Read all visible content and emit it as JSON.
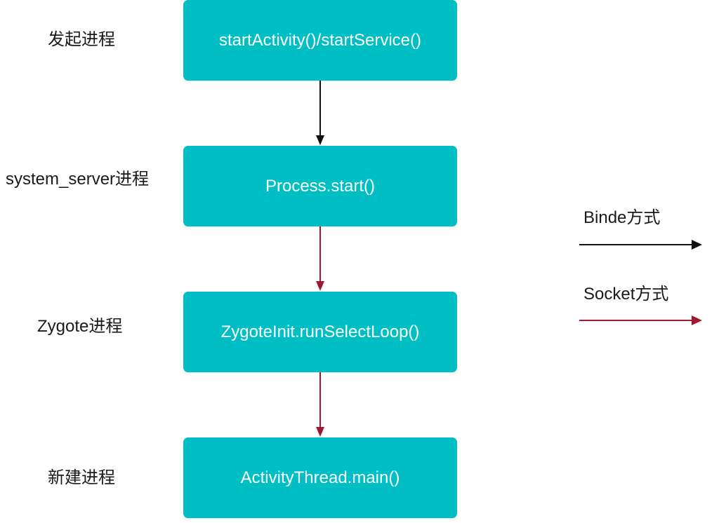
{
  "colors": {
    "box_fill": "#00BFC4",
    "binder_arrow": "#111111",
    "socket_arrow": "#A2172F",
    "text": "#1a1a1a"
  },
  "rows": [
    {
      "process_label": "发起进程",
      "step": "startActivity()/startService()"
    },
    {
      "process_label": "system_server进程",
      "step": "Process.start()"
    },
    {
      "process_label": "Zygote进程",
      "step": "ZygoteInit.runSelectLoop()"
    },
    {
      "process_label": "新建进程",
      "step": "ActivityThread.main()"
    }
  ],
  "connections": [
    {
      "from": 0,
      "to": 1,
      "type": "binder"
    },
    {
      "from": 1,
      "to": 2,
      "type": "socket"
    },
    {
      "from": 2,
      "to": 3,
      "type": "socket"
    }
  ],
  "legend": {
    "binder_label": "Binde方式",
    "socket_label": "Socket方式"
  }
}
